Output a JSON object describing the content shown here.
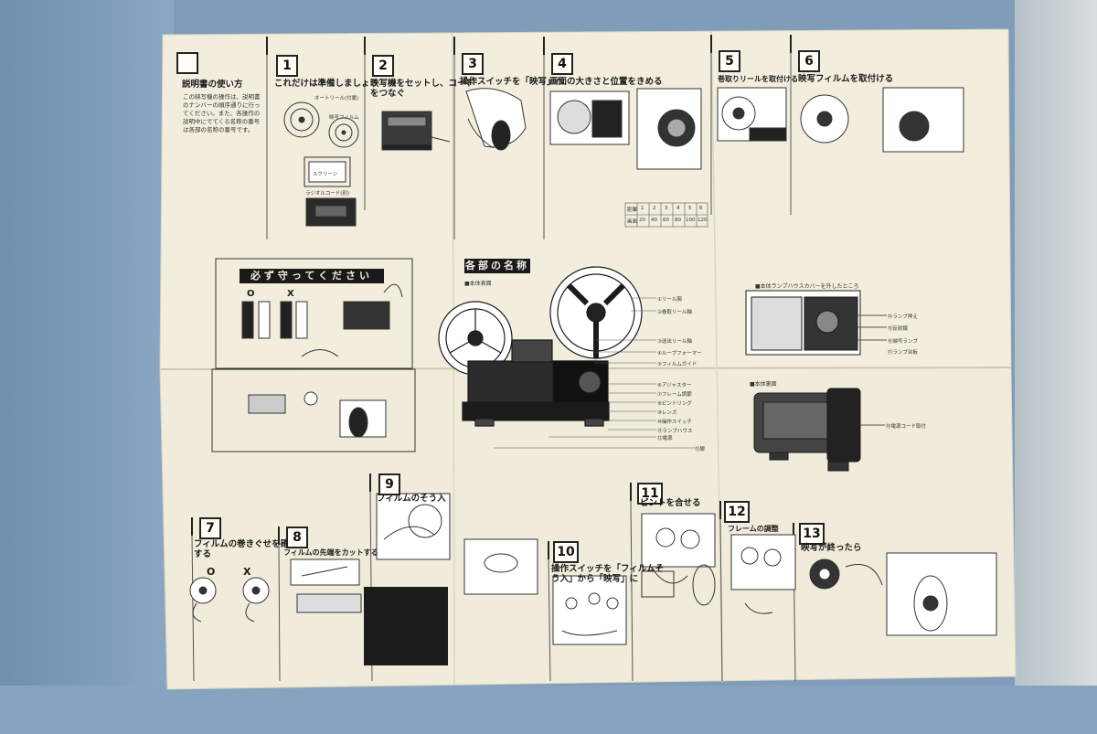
{
  "guide": {
    "title": "説明書の使い方",
    "body": [
      "この映写機の操作は、説明書",
      "のナンバーの順序通りに行っ",
      "てください。また、各操作の",
      "説明中にでてくる名称の番号",
      "は各部の名称の番号です。"
    ]
  },
  "steps": [
    {
      "num": "1",
      "title": "これだけは準備しましょう"
    },
    {
      "num": "2",
      "title": "映写機をセットし、コード",
      "title2": "をつなぐ"
    },
    {
      "num": "3",
      "title": "操作スイッチを「映写」へ"
    },
    {
      "num": "4",
      "title": "画面の大きさと位置をきめる"
    },
    {
      "num": "5",
      "title": "巻取りリールを取付ける"
    },
    {
      "num": "6",
      "title": "映写フィルムを取付ける"
    },
    {
      "num": "7",
      "title": "フィルムの巻きぐせを確認",
      "title2": "する"
    },
    {
      "num": "8",
      "title": "フィルムの先端をカットする"
    },
    {
      "num": "9",
      "title": "フィルムのそう入"
    },
    {
      "num": "10",
      "title": "操作スイッチを「フィルムそ",
      "title2": "う入」から「映写」に"
    },
    {
      "num": "11",
      "title": "ピントを合せる"
    },
    {
      "num": "12",
      "title": "フレームの調整"
    },
    {
      "num": "13",
      "title": "映写が終ったら"
    }
  ],
  "labels": {
    "reel": "オートリール(付属)",
    "film": "映写フィルム",
    "screen": "スクリーン",
    "cord": "ラジオルコード(別)",
    "mustobey": "必ず守ってください",
    "partsname": "各部の名称",
    "front": "■本体表面",
    "lampcover": "■本体ランプハウスカバーを外したところ",
    "rear": "■本体裏面",
    "o1": "O",
    "x1": "X",
    "o2": "O",
    "x2": "X"
  },
  "callouts": [
    "①リール腕",
    "②巻取リール軸",
    "③送出リール軸",
    "④ループフォーマー",
    "⑤フィルムガイド",
    "⑥アジャスター",
    "⑦フレーム調節",
    "⑧ピントリング",
    "⑨レンズ",
    "⑩操作スイッチ",
    "⑪ランプハウス",
    "⑫電源",
    "⑬脚",
    "⑭ランプ押え",
    "⑮反射鏡",
    "⑯映写ランプ",
    "⑰ランプ台板",
    "⑱電源コード取付"
  ],
  "table4": {
    "headers": [
      "距離",
      "1",
      "2",
      "3",
      "4",
      "5",
      "6"
    ],
    "row": [
      "画面",
      "20",
      "40",
      "60",
      "80",
      "100",
      "120"
    ]
  },
  "colors": {
    "paper": "#f2eddd",
    "ink": "#1b1b1b",
    "background": "#7f9cb9"
  }
}
